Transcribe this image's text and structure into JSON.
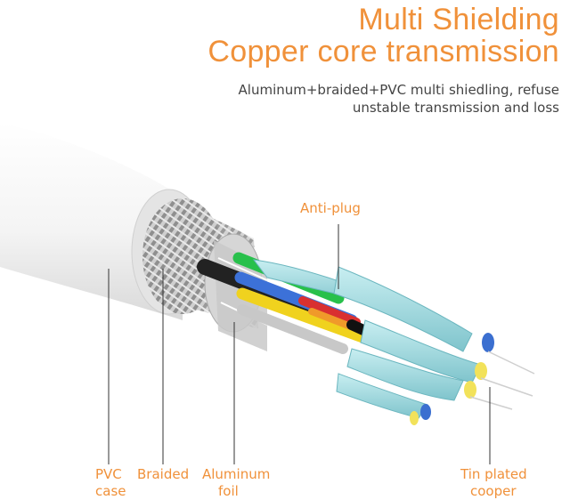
{
  "headline": {
    "line1": "Multi Shielding",
    "line2": "Copper core transmission"
  },
  "subtitle": {
    "line1": "Aluminum+braided+PVC multi shiedling, refuse",
    "line2": "unstable transmission and loss"
  },
  "labels": {
    "anti_plug": "Anti-plug",
    "pvc_line1": "PVC",
    "pvc_line2": "case",
    "braided": "Braided",
    "aluminum_line1": "Aluminum",
    "aluminum_line2": "foil",
    "tin_line1": "Tin plated",
    "tin_line2": "cooper"
  },
  "colors": {
    "accent": "#f0913a",
    "body_text": "#444444",
    "cable_jacket": "#f3f3f3",
    "inner_sheath": "#9fd6dc"
  }
}
